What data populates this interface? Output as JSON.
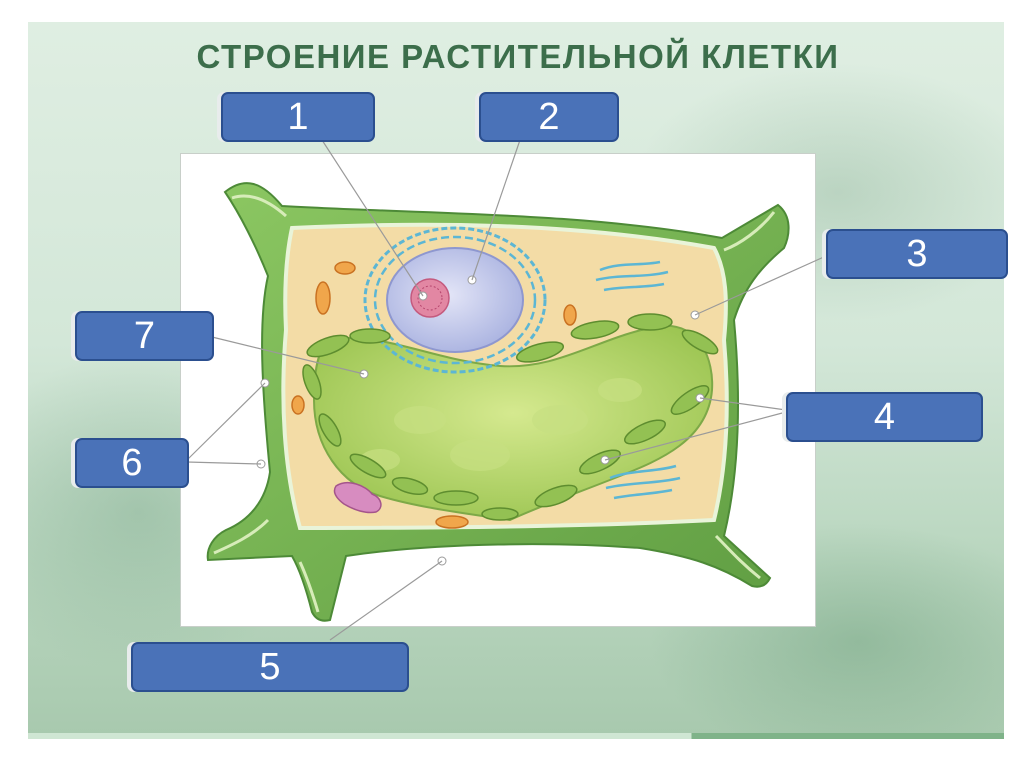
{
  "title": "СТРОЕНИЕ РАСТИТЕЛЬНОЙ КЛЕТКИ",
  "labels": [
    {
      "id": "label-1",
      "text": "1"
    },
    {
      "id": "label-2",
      "text": "2"
    },
    {
      "id": "label-3",
      "text": "3"
    },
    {
      "id": "label-4",
      "text": "4"
    },
    {
      "id": "label-5",
      "text": "5"
    },
    {
      "id": "label-6",
      "text": "6"
    },
    {
      "id": "label-7",
      "text": "7"
    }
  ],
  "colors": {
    "title": "#3c6e4b",
    "label_fill": "#4a72b8",
    "label_border": "#2b4f8f",
    "cell_wall": "#79b556",
    "cytoplasm": "#f3dca6",
    "vacuole": "#b9d770",
    "nucleus": "#c4c9ec",
    "nucleolus": "#e287a3",
    "chloroplast": "#93c153",
    "er": "#5cb6d4"
  }
}
